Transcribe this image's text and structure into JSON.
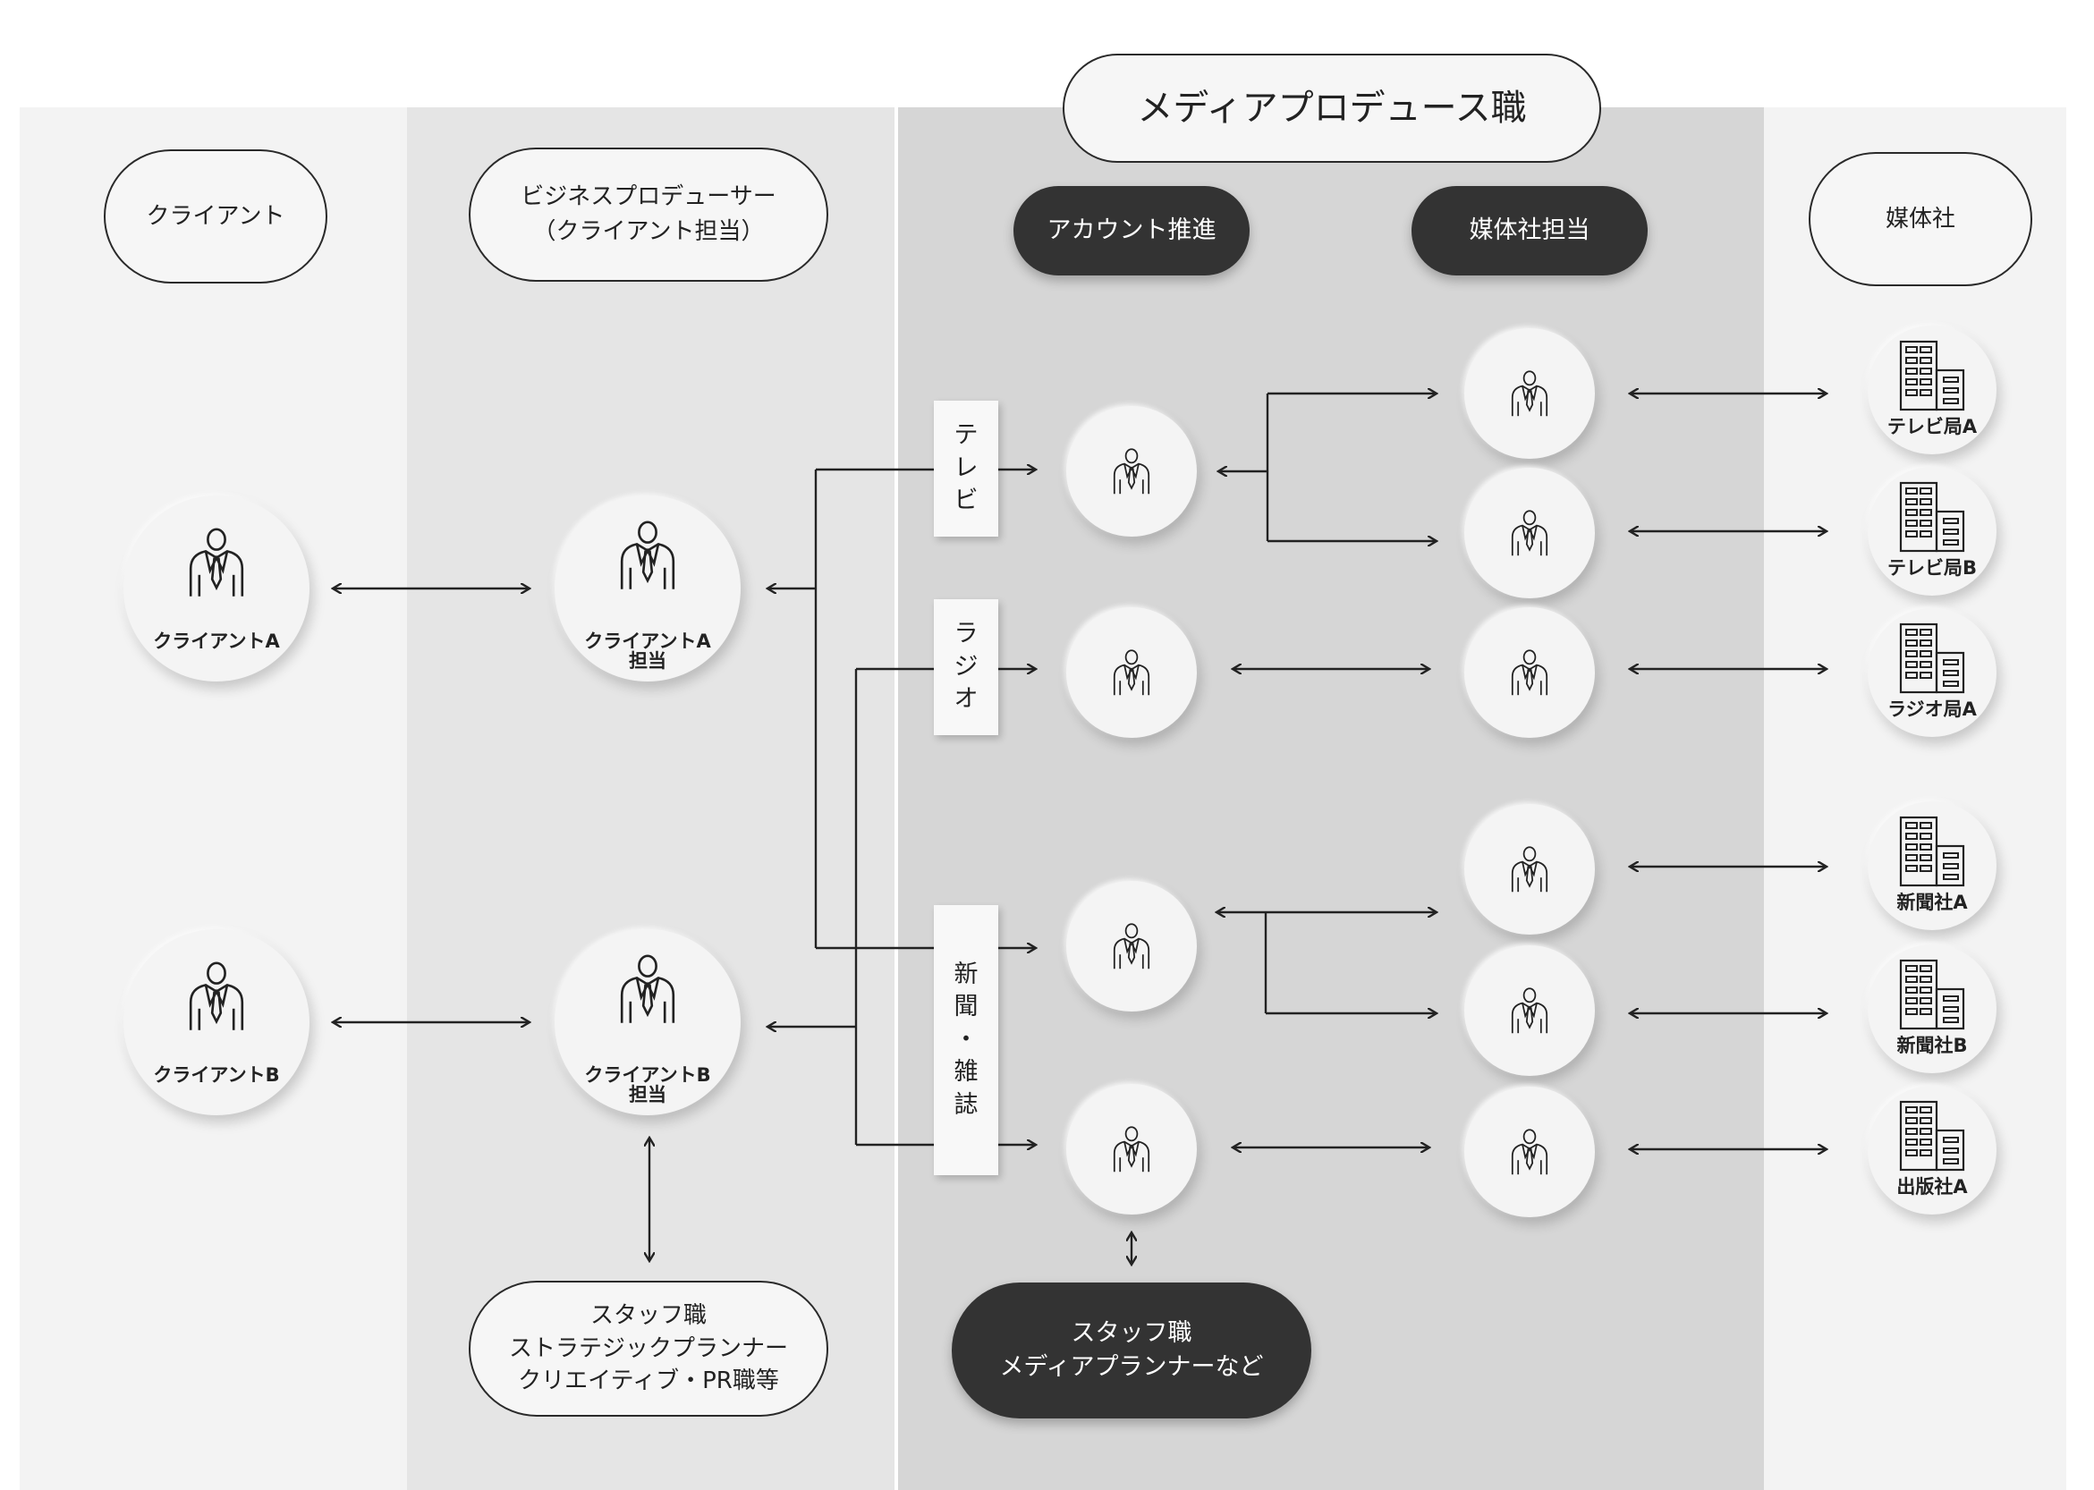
{
  "header": {
    "title": "メディアプロデュース職"
  },
  "columns": {
    "client": {
      "label": "クライアント"
    },
    "bizprod": {
      "label": "ビジネスプロデューサー\n（クライアント担当）"
    },
    "account": {
      "label": "アカウント推進"
    },
    "media_rep": {
      "label": "媒体社担当"
    },
    "media_co": {
      "label": "媒体社"
    }
  },
  "clients": [
    "クライアントA",
    "クライアントB"
  ],
  "managers": [
    "クライアントA\n担当",
    "クライアントB\n担当"
  ],
  "media_types": [
    {
      "label": "テレビ",
      "chars": [
        "テ",
        "レ",
        "ビ"
      ]
    },
    {
      "label": "ラジオ",
      "chars": [
        "ラ",
        "ジ",
        "オ"
      ]
    },
    {
      "label": "新聞・雑誌",
      "chars": [
        "新",
        "聞",
        "・",
        "雑",
        "誌"
      ]
    }
  ],
  "outlets": [
    "テレビ局A",
    "テレビ局B",
    "ラジオ局A",
    "新聞社A",
    "新聞社B",
    "出版社A"
  ],
  "staff": {
    "biz": "スタッフ職\nストラテジックプランナー\nクリエイティブ・PR職等",
    "media": "スタッフ職\nメディアプランナーなど"
  },
  "icons": {
    "person": "person-icon",
    "building": "building-icon"
  }
}
